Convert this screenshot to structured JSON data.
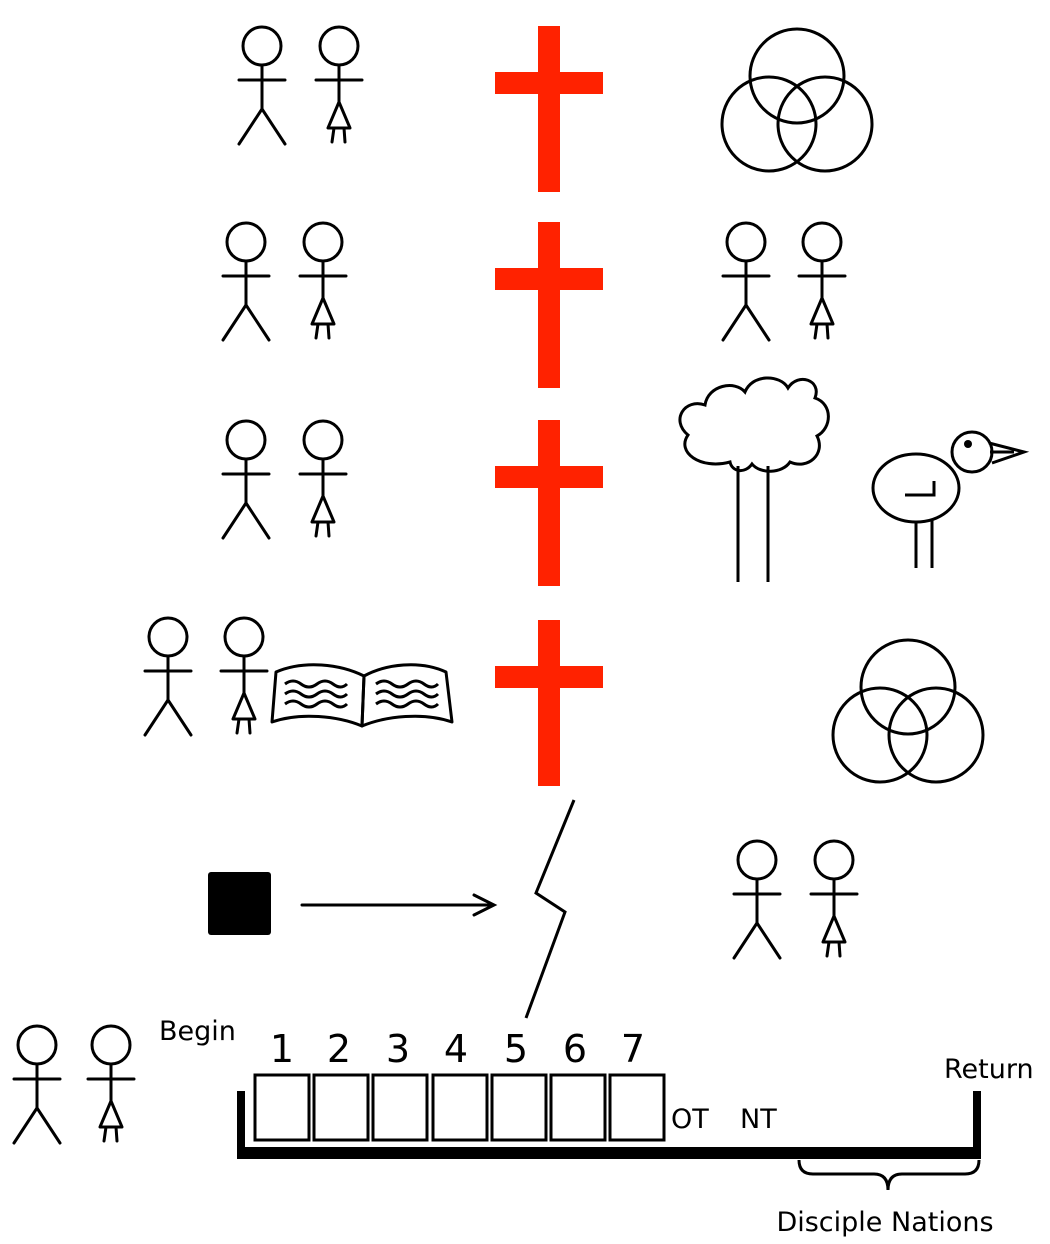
{
  "colors": {
    "cross": "#ff2200",
    "ink": "#000000",
    "background": "#ffffff"
  },
  "timeline": {
    "begin_label": "Begin",
    "return_label": "Return",
    "day_numbers": [
      "1",
      "2",
      "3",
      "4",
      "5",
      "6",
      "7"
    ],
    "ot_label": "OT",
    "nt_label": "NT",
    "bracket_label": "Disciple Nations"
  },
  "icons": [
    "stick-figure-man-icon",
    "stick-figure-woman-icon",
    "red-cross-icon",
    "trinity-circles-icon",
    "tree-icon",
    "bird-icon",
    "open-book-icon",
    "black-square-icon",
    "arrow-icon",
    "broken-line-icon",
    "brace-icon"
  ]
}
